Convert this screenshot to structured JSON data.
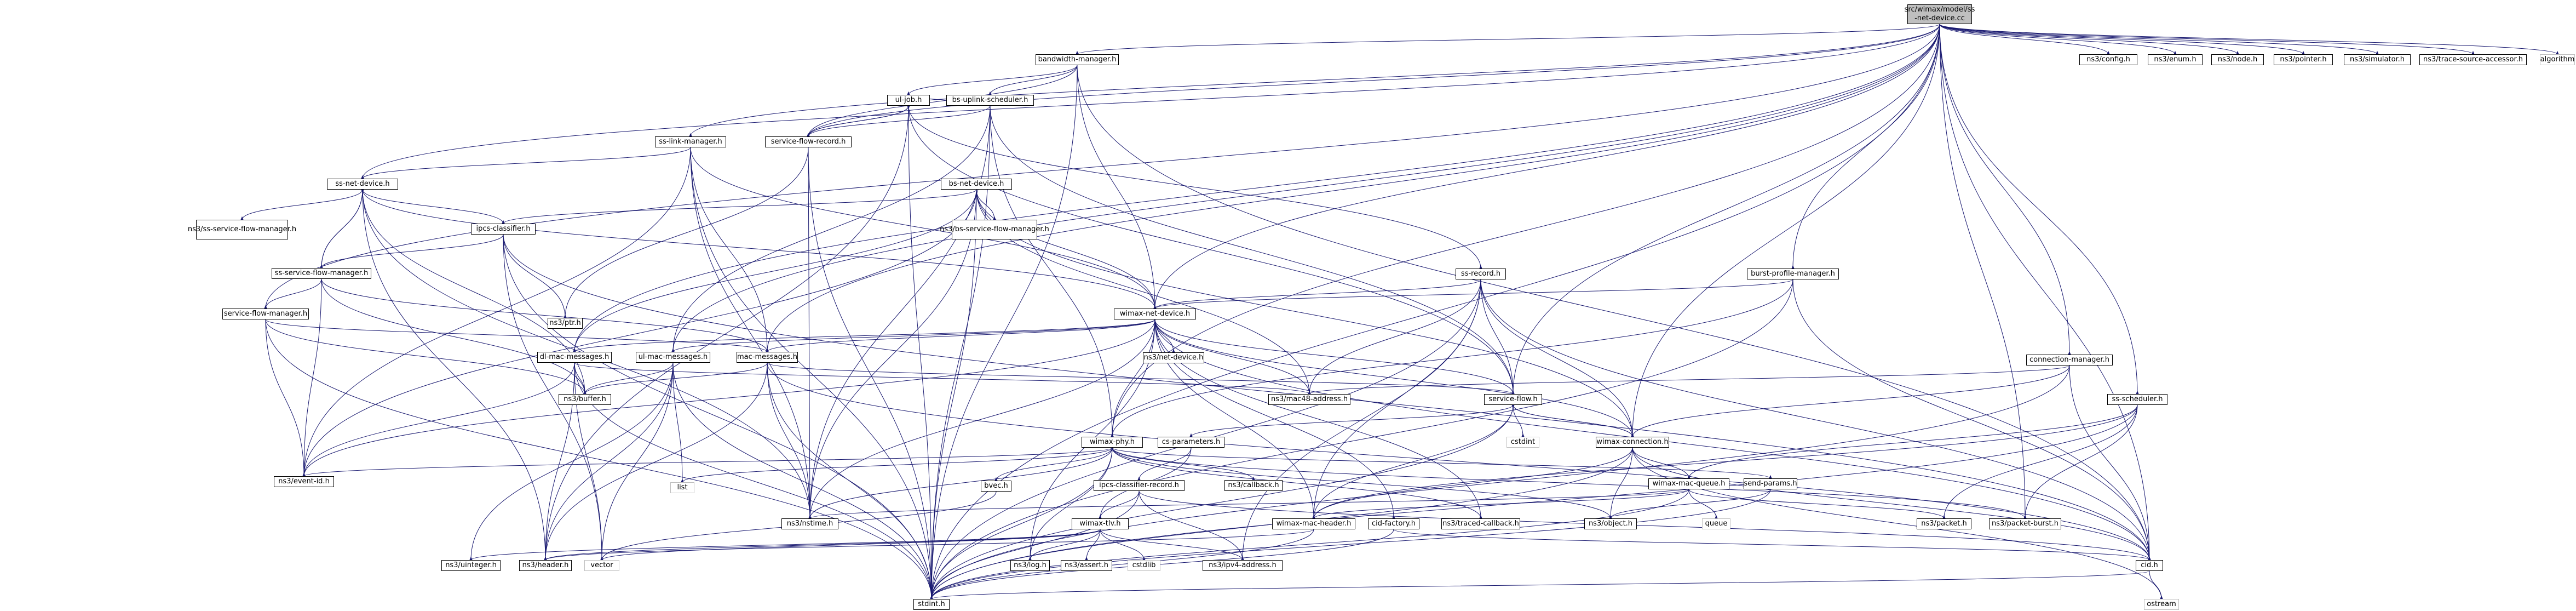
{
  "diagram": {
    "type": "include-dependency-graph",
    "edge_color": "#191970",
    "root_fill": "#bfbfbf",
    "nodes": [
      {
        "id": "root",
        "label": "src/wimax/model/ss-net-device.cc",
        "lines": [
          "src/wimax/model/ss",
          "-net-device.cc"
        ]
      },
      {
        "id": "bwm",
        "label": "bandwidth-manager.h"
      },
      {
        "id": "config",
        "label": "ns3/config.h"
      },
      {
        "id": "enum",
        "label": "ns3/enum.h"
      },
      {
        "id": "node",
        "label": "ns3/node.h"
      },
      {
        "id": "pointer",
        "label": "ns3/pointer.h"
      },
      {
        "id": "simulator",
        "label": "ns3/simulator.h"
      },
      {
        "id": "tsa",
        "label": "ns3/trace-source-accessor.h"
      },
      {
        "id": "algorithm",
        "label": "algorithm"
      },
      {
        "id": "uljob",
        "label": "ul-job.h"
      },
      {
        "id": "bsuls",
        "label": "bs-uplink-scheduler.h"
      },
      {
        "id": "sfr",
        "label": "service-flow-record.h"
      },
      {
        "id": "sslm",
        "label": "ss-link-manager.h"
      },
      {
        "id": "bsnd",
        "label": "bs-net-device.h"
      },
      {
        "id": "ssnd",
        "label": "ss-net-device.h"
      },
      {
        "id": "ipcscl",
        "label": "ipcs-classifier.h"
      },
      {
        "id": "sssfm",
        "label": "ns3/ss-service-flow-manager.h"
      },
      {
        "id": "bssfm",
        "label": "ns3/bs-service-flow-manager.h"
      },
      {
        "id": "sssfm2",
        "label": "ss-service-flow-manager.h"
      },
      {
        "id": "sfm",
        "label": "service-flow-manager.h"
      },
      {
        "id": "ssrec",
        "label": "ss-record.h"
      },
      {
        "id": "bpm",
        "label": "burst-profile-manager.h"
      },
      {
        "id": "ptr",
        "label": "ns3/ptr.h"
      },
      {
        "id": "wnd",
        "label": "wimax-net-device.h"
      },
      {
        "id": "netdev",
        "label": "ns3/net-device.h"
      },
      {
        "id": "dlmsg",
        "label": "dl-mac-messages.h"
      },
      {
        "id": "ulmsg",
        "label": "ul-mac-messages.h"
      },
      {
        "id": "macmsg",
        "label": "mac-messages.h"
      },
      {
        "id": "buffer",
        "label": "ns3/buffer.h"
      },
      {
        "id": "mac48",
        "label": "ns3/mac48-address.h"
      },
      {
        "id": "sflow",
        "label": "service-flow.h"
      },
      {
        "id": "cdtstd",
        "label": "cstdint"
      },
      {
        "id": "connmgr",
        "label": "connection-manager.h"
      },
      {
        "id": "sssched",
        "label": "ss-scheduler.h"
      },
      {
        "id": "wphy",
        "label": "wimax-phy.h"
      },
      {
        "id": "csparam",
        "label": "cs-parameters.h"
      },
      {
        "id": "wconn",
        "label": "wimax-connection.h"
      },
      {
        "id": "eventid",
        "label": "ns3/event-id.h"
      },
      {
        "id": "list",
        "label": "list"
      },
      {
        "id": "bvec",
        "label": "bvec.h"
      },
      {
        "id": "ipcsrec",
        "label": "ipcs-classifier-record.h"
      },
      {
        "id": "callback",
        "label": "ns3/callback.h"
      },
      {
        "id": "wmq",
        "label": "wimax-mac-queue.h"
      },
      {
        "id": "sendp",
        "label": "send-params.h"
      },
      {
        "id": "nstime",
        "label": "ns3/nstime.h"
      },
      {
        "id": "tlv",
        "label": "wimax-tlv.h"
      },
      {
        "id": "wmh",
        "label": "wimax-mac-header.h"
      },
      {
        "id": "cidf",
        "label": "cid-factory.h"
      },
      {
        "id": "tcb",
        "label": "ns3/traced-callback.h"
      },
      {
        "id": "object",
        "label": "ns3/object.h"
      },
      {
        "id": "queue",
        "label": "queue"
      },
      {
        "id": "packet",
        "label": "ns3/packet.h"
      },
      {
        "id": "pburst",
        "label": "ns3/packet-burst.h"
      },
      {
        "id": "uint",
        "label": "ns3/uinteger.h"
      },
      {
        "id": "header",
        "label": "ns3/header.h"
      },
      {
        "id": "vector",
        "label": "vector"
      },
      {
        "id": "log",
        "label": "ns3/log.h"
      },
      {
        "id": "assert",
        "label": "ns3/assert.h"
      },
      {
        "id": "cstdlib",
        "label": "cstdlib"
      },
      {
        "id": "ipv4",
        "label": "ns3/ipv4-address.h"
      },
      {
        "id": "cid",
        "label": "cid.h"
      },
      {
        "id": "stdint",
        "label": "stdint.h"
      },
      {
        "id": "ostream",
        "label": "ostream"
      }
    ],
    "edges": [
      [
        "root",
        "bwm"
      ],
      [
        "root",
        "config"
      ],
      [
        "root",
        "enum"
      ],
      [
        "root",
        "node"
      ],
      [
        "root",
        "pointer"
      ],
      [
        "root",
        "simulator"
      ],
      [
        "root",
        "tsa"
      ],
      [
        "root",
        "algorithm"
      ],
      [
        "root",
        "sfr"
      ],
      [
        "root",
        "sslm"
      ],
      [
        "root",
        "ssnd"
      ],
      [
        "root",
        "sfm"
      ],
      [
        "root",
        "bpm"
      ],
      [
        "root",
        "connmgr"
      ],
      [
        "root",
        "sssched"
      ],
      [
        "root",
        "wnd"
      ],
      [
        "root",
        "dlmsg"
      ],
      [
        "root",
        "ulmsg"
      ],
      [
        "root",
        "wphy"
      ],
      [
        "root",
        "sflow"
      ],
      [
        "root",
        "pburst"
      ],
      [
        "root",
        "cid"
      ],
      [
        "root",
        "stdint"
      ],
      [
        "root",
        "macmsg"
      ],
      [
        "root",
        "wconn"
      ],
      [
        "bwm",
        "uljob"
      ],
      [
        "bwm",
        "bsuls"
      ],
      [
        "bwm",
        "sfr"
      ],
      [
        "bwm",
        "wnd"
      ],
      [
        "bwm",
        "stdint"
      ],
      [
        "bwm",
        "cid"
      ],
      [
        "uljob",
        "bsuls"
      ],
      [
        "uljob",
        "sfr"
      ],
      [
        "uljob",
        "ssrec"
      ],
      [
        "uljob",
        "stdint"
      ],
      [
        "uljob",
        "header"
      ],
      [
        "uljob",
        "sflow"
      ],
      [
        "bsuls",
        "sfr"
      ],
      [
        "bsuls",
        "wphy"
      ],
      [
        "bsuls",
        "ulmsg"
      ],
      [
        "bsuls",
        "nstime"
      ],
      [
        "bsuls",
        "stdint"
      ],
      [
        "bsuls",
        "sflow"
      ],
      [
        "sfr",
        "ptr"
      ],
      [
        "sfr",
        "nstime"
      ],
      [
        "sfr",
        "stdint"
      ],
      [
        "sfr",
        "uljob"
      ],
      [
        "sslm",
        "ssnd"
      ],
      [
        "sslm",
        "macmsg"
      ],
      [
        "sslm",
        "nstime"
      ],
      [
        "sslm",
        "eventid"
      ],
      [
        "sslm",
        "wnd"
      ],
      [
        "sslm",
        "stdint"
      ],
      [
        "ssnd",
        "ipcscl"
      ],
      [
        "ssnd",
        "sssfm"
      ],
      [
        "ssnd",
        "sssfm2"
      ],
      [
        "ssnd",
        "wnd"
      ],
      [
        "ssnd",
        "nstime"
      ],
      [
        "ssnd",
        "buffer"
      ],
      [
        "ssnd",
        "header"
      ],
      [
        "bsnd",
        "ipcscl"
      ],
      [
        "bsnd",
        "bssfm"
      ],
      [
        "bsnd",
        "wnd"
      ],
      [
        "bsnd",
        "dlmsg"
      ],
      [
        "bsnd",
        "nstime"
      ],
      [
        "bsnd",
        "mac48"
      ],
      [
        "bsnd",
        "eventid"
      ],
      [
        "bsnd",
        "wconn"
      ],
      [
        "bsnd",
        "stdint"
      ],
      [
        "ipcscl",
        "ptr"
      ],
      [
        "ipcscl",
        "sssfm2"
      ],
      [
        "ipcscl",
        "stdint"
      ],
      [
        "ipcscl",
        "vector"
      ],
      [
        "ipcscl",
        "cid"
      ],
      [
        "sssfm2",
        "sfm"
      ],
      [
        "sssfm2",
        "buffer"
      ],
      [
        "sssfm2",
        "eventid"
      ],
      [
        "sssfm2",
        "macmsg"
      ],
      [
        "sssfm2",
        "ssnd"
      ],
      [
        "sfm",
        "macmsg"
      ],
      [
        "sfm",
        "buffer"
      ],
      [
        "sfm",
        "eventid"
      ],
      [
        "sfm",
        "stdint"
      ],
      [
        "ssrec",
        "wnd"
      ],
      [
        "ssrec",
        "mac48"
      ],
      [
        "ssrec",
        "sflow"
      ],
      [
        "ssrec",
        "wconn"
      ],
      [
        "ssrec",
        "ipv4"
      ],
      [
        "ssrec",
        "stdint"
      ],
      [
        "ssrec",
        "wmh"
      ],
      [
        "ssrec",
        "cid"
      ],
      [
        "bpm",
        "wnd"
      ],
      [
        "bpm",
        "cid"
      ],
      [
        "bpm",
        "stdint"
      ],
      [
        "bpm",
        "wphy"
      ],
      [
        "wnd",
        "netdev"
      ],
      [
        "wnd",
        "dlmsg"
      ],
      [
        "wnd",
        "ulmsg"
      ],
      [
        "wnd",
        "macmsg"
      ],
      [
        "wnd",
        "mac48"
      ],
      [
        "wnd",
        "sflow"
      ],
      [
        "wnd",
        "wphy"
      ],
      [
        "wnd",
        "wconn"
      ],
      [
        "wnd",
        "tcb"
      ],
      [
        "wnd",
        "cidf"
      ],
      [
        "wnd",
        "eventid"
      ],
      [
        "wnd",
        "nstime"
      ],
      [
        "wnd",
        "log"
      ],
      [
        "wnd",
        "wmh"
      ],
      [
        "wnd",
        "cid"
      ],
      [
        "dlmsg",
        "buffer"
      ],
      [
        "dlmsg",
        "mac48"
      ],
      [
        "dlmsg",
        "header"
      ],
      [
        "dlmsg",
        "vector"
      ],
      [
        "dlmsg",
        "stdint"
      ],
      [
        "dlmsg",
        "eventid"
      ],
      [
        "ulmsg",
        "buffer"
      ],
      [
        "ulmsg",
        "list"
      ],
      [
        "ulmsg",
        "header"
      ],
      [
        "ulmsg",
        "vector"
      ],
      [
        "ulmsg",
        "stdint"
      ],
      [
        "ulmsg",
        "uint"
      ],
      [
        "macmsg",
        "buffer"
      ],
      [
        "macmsg",
        "header"
      ],
      [
        "macmsg",
        "nstime"
      ],
      [
        "macmsg",
        "stdint"
      ],
      [
        "macmsg",
        "cid"
      ],
      [
        "macmsg",
        "sflow"
      ],
      [
        "sflow",
        "wconn"
      ],
      [
        "sflow",
        "cdtstd"
      ],
      [
        "sflow",
        "csparam"
      ],
      [
        "sflow",
        "wmh"
      ],
      [
        "sflow",
        "stdint"
      ],
      [
        "connmgr",
        "mac48"
      ],
      [
        "connmgr",
        "wconn"
      ],
      [
        "connmgr",
        "stdint"
      ],
      [
        "connmgr",
        "cid"
      ],
      [
        "sssched",
        "wmh"
      ],
      [
        "sssched",
        "wmq"
      ],
      [
        "sssched",
        "packet"
      ],
      [
        "sssched",
        "pburst"
      ],
      [
        "sssched",
        "stdint"
      ],
      [
        "wphy",
        "bvec"
      ],
      [
        "wphy",
        "callback"
      ],
      [
        "wphy",
        "eventid"
      ],
      [
        "wphy",
        "nstime"
      ],
      [
        "wphy",
        "list"
      ],
      [
        "wphy",
        "log"
      ],
      [
        "wphy",
        "tcb"
      ],
      [
        "wphy",
        "object"
      ],
      [
        "wphy",
        "stdint"
      ],
      [
        "wphy",
        "sendp"
      ],
      [
        "wphy",
        "pburst"
      ],
      [
        "csparam",
        "ipcsrec"
      ],
      [
        "csparam",
        "tlv"
      ],
      [
        "wconn",
        "wmq"
      ],
      [
        "wconn",
        "object"
      ],
      [
        "wconn",
        "stdint"
      ],
      [
        "wconn",
        "cid"
      ],
      [
        "wconn",
        "ostream"
      ],
      [
        "wconn",
        "sflow"
      ],
      [
        "wconn",
        "wmh"
      ],
      [
        "bvec",
        "vector"
      ],
      [
        "ipcsrec",
        "tlv"
      ],
      [
        "ipcsrec",
        "ipv4"
      ],
      [
        "ipcsrec",
        "stdint"
      ],
      [
        "ipcsrec",
        "cid"
      ],
      [
        "wmq",
        "queue"
      ],
      [
        "wmq",
        "packet"
      ],
      [
        "wmq",
        "stdint"
      ],
      [
        "wmq",
        "wmh"
      ],
      [
        "wmq",
        "nstime"
      ],
      [
        "sendp",
        "object"
      ],
      [
        "sendp",
        "stdint"
      ],
      [
        "tlv",
        "uint"
      ],
      [
        "tlv",
        "header"
      ],
      [
        "tlv",
        "vector"
      ],
      [
        "tlv",
        "log"
      ],
      [
        "tlv",
        "assert"
      ],
      [
        "tlv",
        "cstdlib"
      ],
      [
        "tlv",
        "ipv4"
      ],
      [
        "wmh",
        "header"
      ],
      [
        "wmh",
        "stdint"
      ],
      [
        "cidf",
        "cid"
      ],
      [
        "cidf",
        "stdint"
      ],
      [
        "cid",
        "stdint"
      ],
      [
        "cid",
        "ostream"
      ]
    ]
  }
}
